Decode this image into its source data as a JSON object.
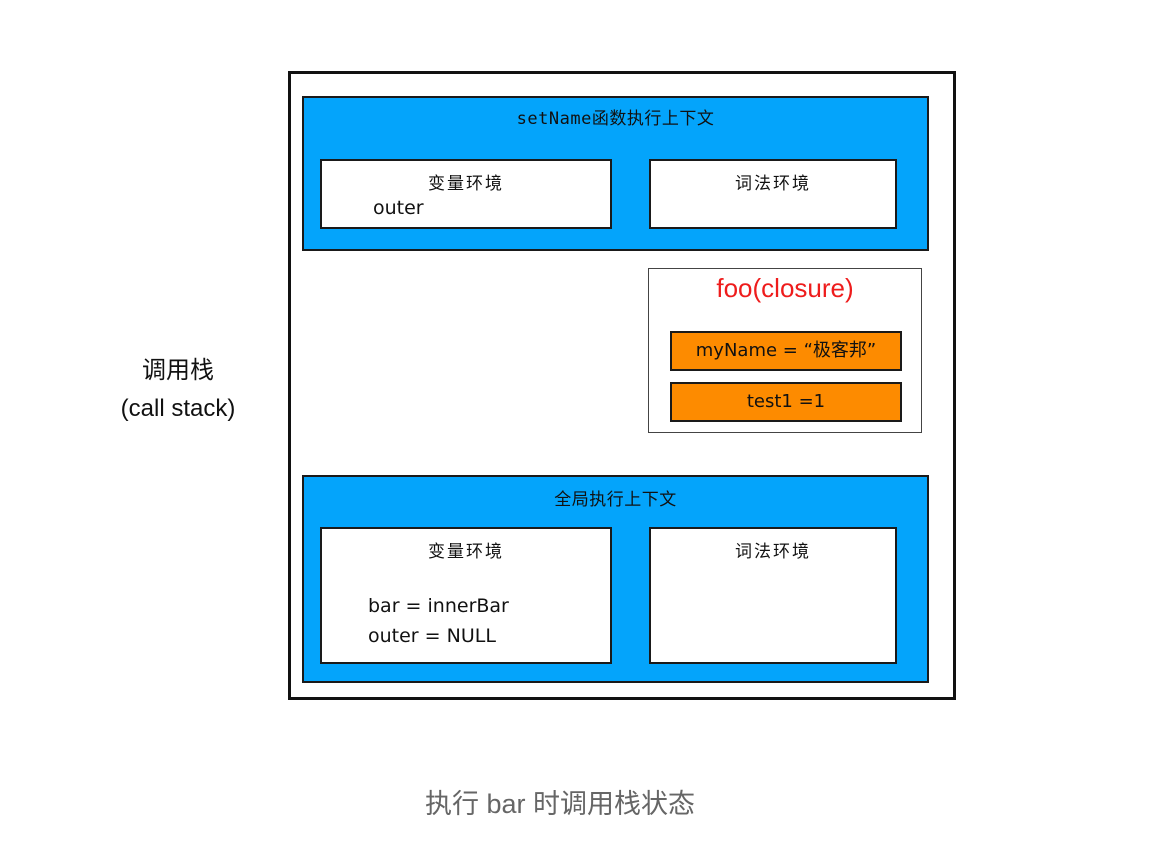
{
  "side_label": {
    "line1": "调用栈",
    "line2": "(call stack)"
  },
  "set_name_context": {
    "title": "setName函数执行上下文",
    "variable_env": {
      "title": "变量环境",
      "entries": [
        "outer"
      ]
    },
    "lexical_env": {
      "title": "词法环境"
    }
  },
  "closure": {
    "title": "foo(closure)",
    "items": [
      "myName = “极客邦”",
      "test1 =1"
    ]
  },
  "global_context": {
    "title": "全局执行上下文",
    "variable_env": {
      "title": "变量环境",
      "entries": [
        "bar =  innerBar",
        "outer = NULL"
      ]
    },
    "lexical_env": {
      "title": "词法环境"
    }
  },
  "caption": "执行 bar 时调用栈状态",
  "colors": {
    "context_fill": "#04a4fb",
    "closure_item_fill": "#fd8b00",
    "closure_title": "#ee1c1c"
  }
}
